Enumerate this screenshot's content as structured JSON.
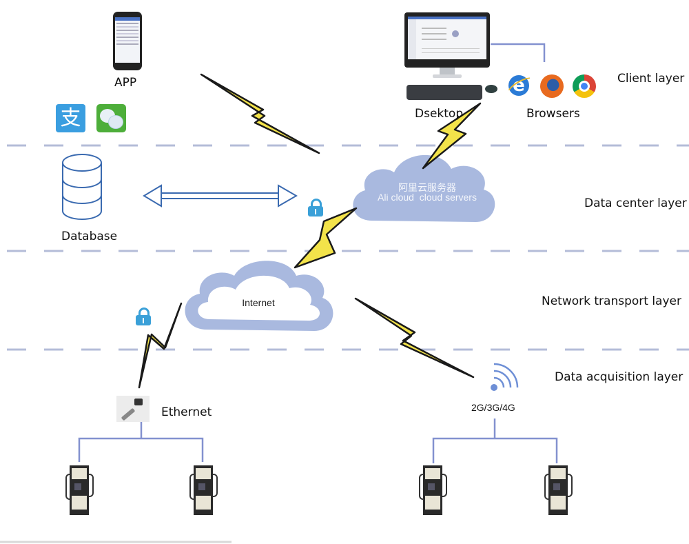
{
  "layers": [
    {
      "id": "client",
      "label": "Client layer"
    },
    {
      "id": "data-center",
      "label": "Data center layer"
    },
    {
      "id": "network",
      "label": "Network transport layer"
    },
    {
      "id": "acquisition",
      "label": "Data acquisition layer"
    }
  ],
  "nodes": {
    "app": {
      "label": "APP"
    },
    "desktop": {
      "label": "Dsektop"
    },
    "browsers": {
      "label": "Browsers",
      "items": [
        "internet-explorer",
        "firefox",
        "chrome"
      ]
    },
    "payments": {
      "items": [
        "alipay",
        "wechat"
      ]
    },
    "database": {
      "label": "Database"
    },
    "cloud_server": {
      "label_cn": "阿里云服务器",
      "label_en": "Ali cloud  cloud servers"
    },
    "internet": {
      "label": "Internet"
    },
    "ethernet": {
      "label": "Ethernet"
    },
    "cellular": {
      "label": "2G/3G/4G"
    },
    "chargers": {
      "count": 4
    }
  },
  "colors": {
    "divider": "#b4bcd8",
    "cloud": "#a9b9df",
    "connector": "#8391cf",
    "arrow": "#3a6ab0",
    "bolt_fill": "#f3e34a",
    "lock": "#3aa0d8"
  }
}
